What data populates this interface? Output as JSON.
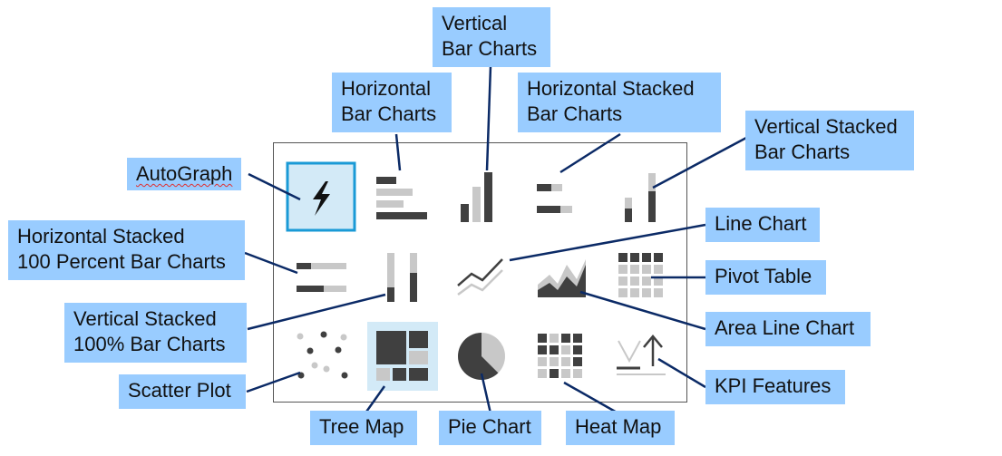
{
  "labels": {
    "autograph": "AutoGraph",
    "horizontal_bar": [
      "Horizontal",
      "Bar Charts"
    ],
    "vertical_bar": [
      "Vertical",
      "Bar Charts"
    ],
    "horizontal_stacked": [
      "Horizontal Stacked",
      "Bar Charts"
    ],
    "vertical_stacked": [
      "Vertical Stacked",
      "Bar Charts"
    ],
    "horizontal_stacked_100": [
      "Horizontal Stacked",
      "100 Percent Bar Charts"
    ],
    "vertical_stacked_100": [
      "Vertical Stacked",
      "100% Bar Charts"
    ],
    "line_chart": "Line Chart",
    "pivot_table": "Pivot Table",
    "area_line_chart": "Area Line Chart",
    "scatter_plot": "Scatter Plot",
    "tree_map": "Tree Map",
    "pie_chart": "Pie Chart",
    "heat_map": "Heat Map",
    "kpi_features": "KPI Features"
  },
  "colors": {
    "label_bg": "#99ccff",
    "connector": "#0b2a66",
    "icon_dark": "#404040",
    "icon_light": "#c8c8c8",
    "selected_border": "#1a9ad6",
    "selected_bg": "#d3eaf7"
  }
}
